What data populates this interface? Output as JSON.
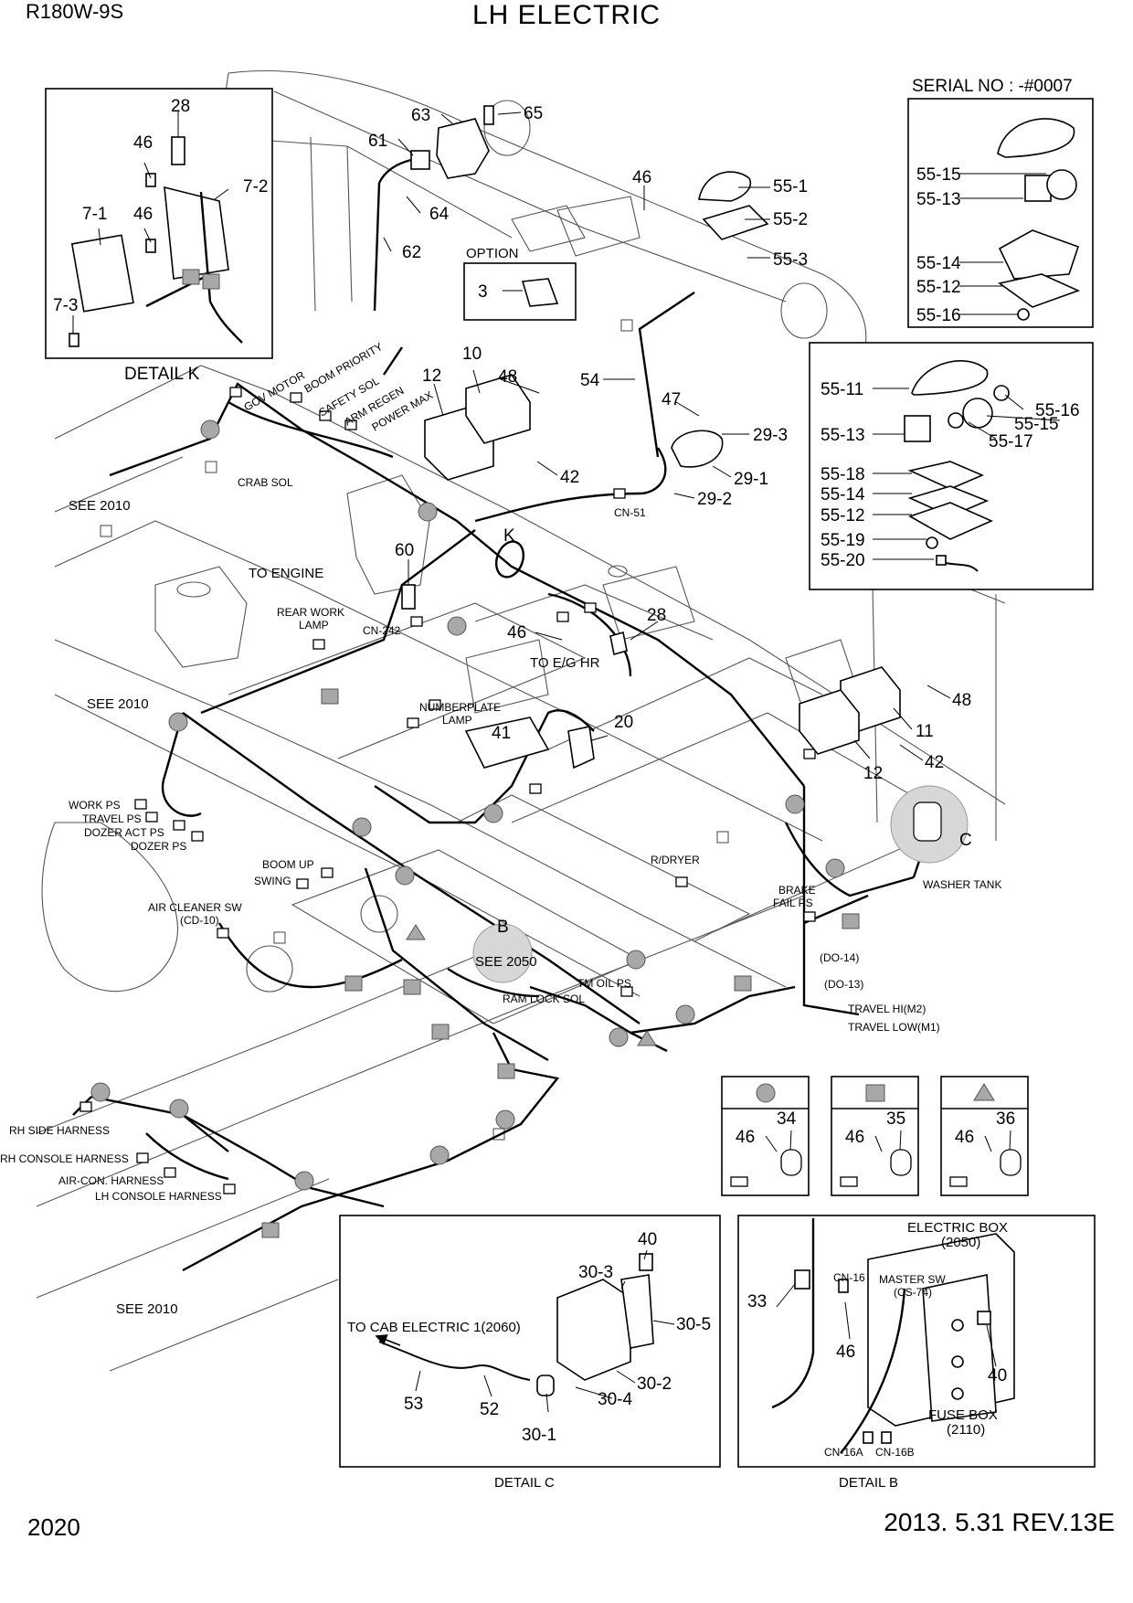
{
  "header": {
    "model": "R180W-9S",
    "title": "LH ELECTRIC"
  },
  "footer": {
    "page": "2020",
    "revision": "2013. 5.31  REV.13E"
  },
  "serial_box": {
    "title": "SERIAL NO : -#0007",
    "parts": [
      "55-15",
      "55-13",
      "55-14",
      "55-12",
      "55-16"
    ]
  },
  "detail_upper_right": {
    "parts": [
      "55-11",
      "55-16",
      "55-15",
      "55-17",
      "55-13",
      "55-18",
      "55-14",
      "55-12",
      "55-19",
      "55-20"
    ]
  },
  "detail_k": {
    "title": "DETAIL K",
    "parts": [
      "28",
      "46",
      "7-2",
      "7-1",
      "46",
      "7-3"
    ]
  },
  "option_box": {
    "title": "OPTION",
    "part": "3"
  },
  "callouts": {
    "c63": "63",
    "c65": "65",
    "c61": "61",
    "c64": "64",
    "c62": "62",
    "c46a": "46",
    "c55_1": "55-1",
    "c55_2": "55-2",
    "c55_3": "55-3",
    "c54": "54",
    "c10": "10",
    "c12a": "12",
    "c48a": "48",
    "c42a": "42",
    "c47": "47",
    "c29_3": "29-3",
    "c29_1": "29-1",
    "c29_2": "29-2",
    "c60": "60",
    "c28": "28",
    "c46b": "46",
    "c41": "41",
    "c20": "20",
    "c48b": "48",
    "c11": "11",
    "c42b": "42",
    "c12b": "12",
    "k_mark": "K",
    "b_mark": "B",
    "c_mark": "C"
  },
  "labels": {
    "gov_motor": "GOV MOTOR",
    "boom_priority": "BOOM PRIORITY",
    "safety_sol": "SAFETY SOL",
    "arm_regen": "ARM REGEN",
    "power_max": "POWER MAX",
    "crab_sol": "CRAB SOL",
    "see2010_a": "SEE 2010",
    "see2010_b": "SEE 2010",
    "see2010_c": "SEE 2010",
    "cn51": "CN-51",
    "to_engine": "TO ENGINE",
    "rear_work_lamp_1": "REAR WORK",
    "rear_work_lamp_2": "LAMP",
    "cn242": "CN-242",
    "to_eg_hr": "TO E/G HR",
    "numberplate_1": "NUMBERPLATE",
    "numberplate_2": "LAMP",
    "work_ps": "WORK PS",
    "travel_ps": "TRAVEL PS",
    "dozer_act_ps": "DOZER ACT PS",
    "dozer_ps": "DOZER PS",
    "boom_up": "BOOM UP",
    "swing": "SWING",
    "air_cleaner_1": "AIR CLEANER SW",
    "air_cleaner_2": "(CD-10)",
    "r_dryer": "R/DRYER",
    "brake_1": "BRAKE",
    "brake_2": "FAIL PS",
    "washer_tank": "WASHER TANK",
    "see2050": "SEE 2050",
    "tm_oil_ps": "TM OIL PS",
    "ram_lock_sol": "RAM LOCK SOL",
    "do14": "(DO-14)",
    "do13": "(DO-13)",
    "travel_hi": "TRAVEL HI(M2)",
    "travel_low": "TRAVEL LOW(M1)",
    "rh_side": "RH SIDE HARNESS",
    "rh_console": "RH CONSOLE HARNESS",
    "aircon": "AIR-CON. HARNESS",
    "lh_console": "LH CONSOLE HARNESS"
  },
  "legend": [
    {
      "symbol": "circle",
      "left": "46",
      "right": "34"
    },
    {
      "symbol": "square",
      "left": "46",
      "right": "35"
    },
    {
      "symbol": "triangle",
      "left": "46",
      "right": "36"
    }
  ],
  "detail_c": {
    "title": "DETAIL C",
    "to_cab": "TO CAB ELECTRIC 1(2060)",
    "parts": [
      "40",
      "30-3",
      "30-5",
      "30-2",
      "30-4",
      "53",
      "52",
      "30-1"
    ]
  },
  "detail_b": {
    "title": "DETAIL B",
    "electric_box_1": "ELECTRIC BOX",
    "electric_box_2": "(2050)",
    "cn16": "CN-16",
    "master_sw_1": "MASTER SW",
    "master_sw_2": "(CS-74)",
    "fuse_box_1": "FUSE BOX",
    "fuse_box_2": "(2110)",
    "cn16a": "CN-16A",
    "cn16b": "CN-16B",
    "parts": [
      "33",
      "46",
      "40"
    ]
  },
  "colors": {
    "marker_fill": "#a8a8a8",
    "line": "#000000",
    "background": "#ffffff"
  }
}
